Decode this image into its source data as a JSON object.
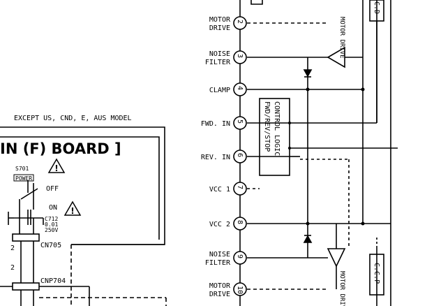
{
  "header": {
    "model_note": "EXCEPT US, CND, E, AUS MODEL",
    "board_title": "IN (F) BOARD ]"
  },
  "power_switch": {
    "ref": "S701",
    "label": "POWER",
    "off_label": "OFF",
    "on_label": "ON",
    "capacitor": [
      "C712",
      "0.01",
      "250V"
    ]
  },
  "connectors": {
    "cn705": "CN705",
    "cn704": "CNP704",
    "pin_2a": "2",
    "pin_2b": "2"
  },
  "ic": {
    "block_label": [
      "FWD/REV/STOP",
      "CONTROL LOGIC"
    ],
    "motor_drive_top": "MOTOR DRIVE",
    "motor_drive_bottom": "MOTOR DRIVE",
    "ccp_label": "C.C.P",
    "top_box_label": "C.D",
    "pins": [
      {
        "num": "2",
        "name": "MOTOR\nDRIVE"
      },
      {
        "num": "3",
        "name": "NOISE\nFILTER"
      },
      {
        "num": "4",
        "name": "CLAMP"
      },
      {
        "num": "5",
        "name": "FWD. IN"
      },
      {
        "num": "6",
        "name": "REV. IN"
      },
      {
        "num": "7",
        "name": "VCC  1"
      },
      {
        "num": "8",
        "name": "VCC  2"
      },
      {
        "num": "9",
        "name": "NOISE\nFILTER"
      },
      {
        "num": "10",
        "name": "MOTOR\nDRIVE"
      }
    ]
  }
}
